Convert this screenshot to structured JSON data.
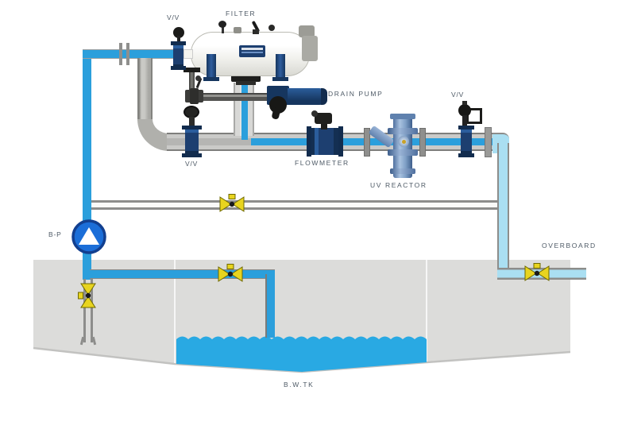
{
  "diagram": {
    "labels": {
      "valve_top": "V/V",
      "filter": "FILTER",
      "drain_pump": "DRAIN PUMP",
      "valve_right": "V/V",
      "flowmeter": "FLOWMETER",
      "uv_reactor": "UV REACTOR",
      "valve_left": "V/V",
      "ballast_pump": "B-P",
      "overboard": "OVERBOARD",
      "ballast_tank": "B.W.TK"
    },
    "colors": {
      "pipe_blue": "#2b9fdc",
      "pipe_cyan": "#aadff2",
      "pipe_gray": "#b5b5b3",
      "pipe_gray_edge": "#7e7e7c",
      "water_blue": "#29a9e3",
      "tank_gray": "#dcdcda",
      "valve_yellow": "#e8d41f",
      "valve_yellow_edge": "#6e6900",
      "navy": "#1d3f70",
      "navy_dark": "#122c4e",
      "steel_blue": "#7fa0c6",
      "pump_blue": "#1b6ed8",
      "label_text": "#4e5a66"
    },
    "icons": {
      "ballast_pump_icon": "circle-triangle-up",
      "manual_valve_icon": "yellow-bowtie",
      "actuated_valve_icon": "ball-actuator"
    }
  }
}
